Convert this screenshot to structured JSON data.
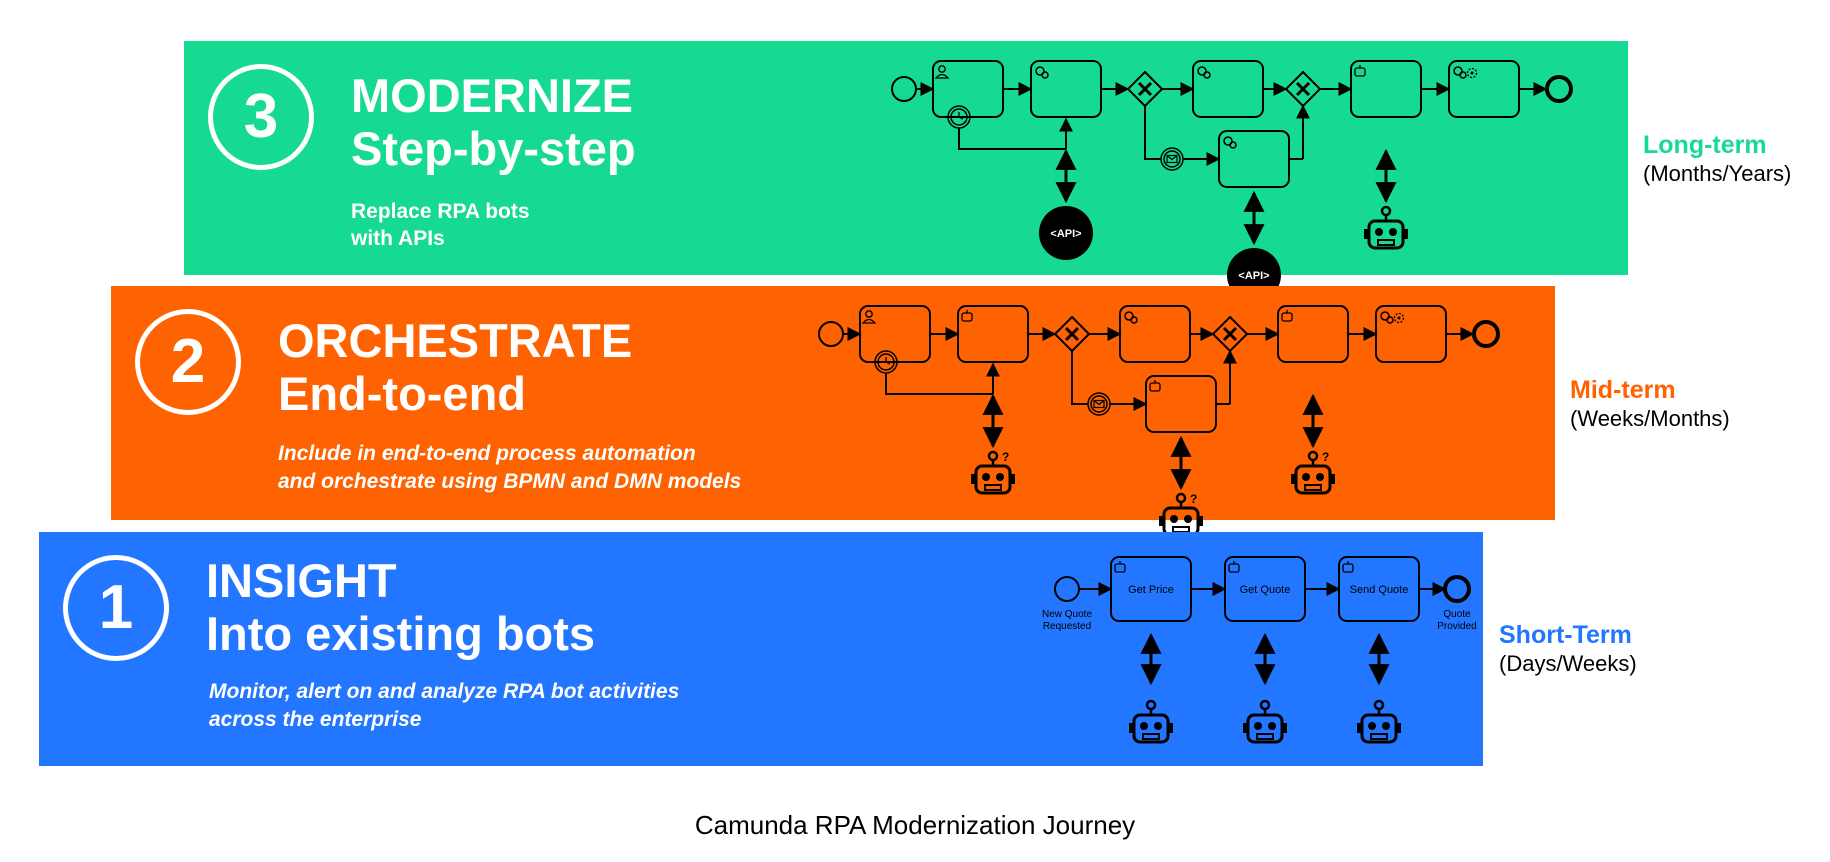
{
  "colors": {
    "green": "#17da92",
    "orange": "#ff6200",
    "blue": "#2376ff",
    "ink": "#000000",
    "white": "#ffffff"
  },
  "stages": {
    "modernize": {
      "number": "3",
      "title": "MODERNIZE",
      "subtitle": "Step-by-step",
      "description": [
        "Replace RPA bots",
        "with APIs"
      ],
      "horizon": "Long-term",
      "range": "(Months/Years)",
      "integrations": [
        "api",
        "api",
        "robot"
      ],
      "api_label": "<API>"
    },
    "orchestrate": {
      "number": "2",
      "title": "ORCHESTRATE",
      "subtitle": "End-to-end",
      "description": [
        "Include in end-to-end process automation",
        "and orchestrate using BPMN and DMN models"
      ],
      "horizon": "Mid-term",
      "range": "(Weeks/Months)",
      "integrations": [
        "robot-question",
        "robot-question",
        "robot-question"
      ]
    },
    "insight": {
      "number": "1",
      "title": "INSIGHT",
      "subtitle": "Into existing bots",
      "description": [
        "Monitor, alert on and analyze RPA bot activities",
        "across the enterprise"
      ],
      "horizon": "Short-Term",
      "range": "(Days/Weeks)",
      "start_event": [
        "New Quote",
        "Requested"
      ],
      "tasks": [
        "Get Price",
        "Get Quote",
        "Send Quote"
      ],
      "end_event": [
        "Quote",
        "Provided"
      ],
      "integrations": [
        "robot",
        "robot",
        "robot"
      ]
    }
  },
  "icons": {
    "flow_elements": [
      "start-event",
      "user-task",
      "timer-boundary-event",
      "service-task",
      "exclusive-gateway",
      "message-event",
      "robot-task",
      "script-task",
      "end-event"
    ],
    "integration": [
      "robot-icon",
      "api-badge-icon",
      "bidirectional-arrow-icon"
    ]
  },
  "caption": "Camunda RPA Modernization Journey"
}
